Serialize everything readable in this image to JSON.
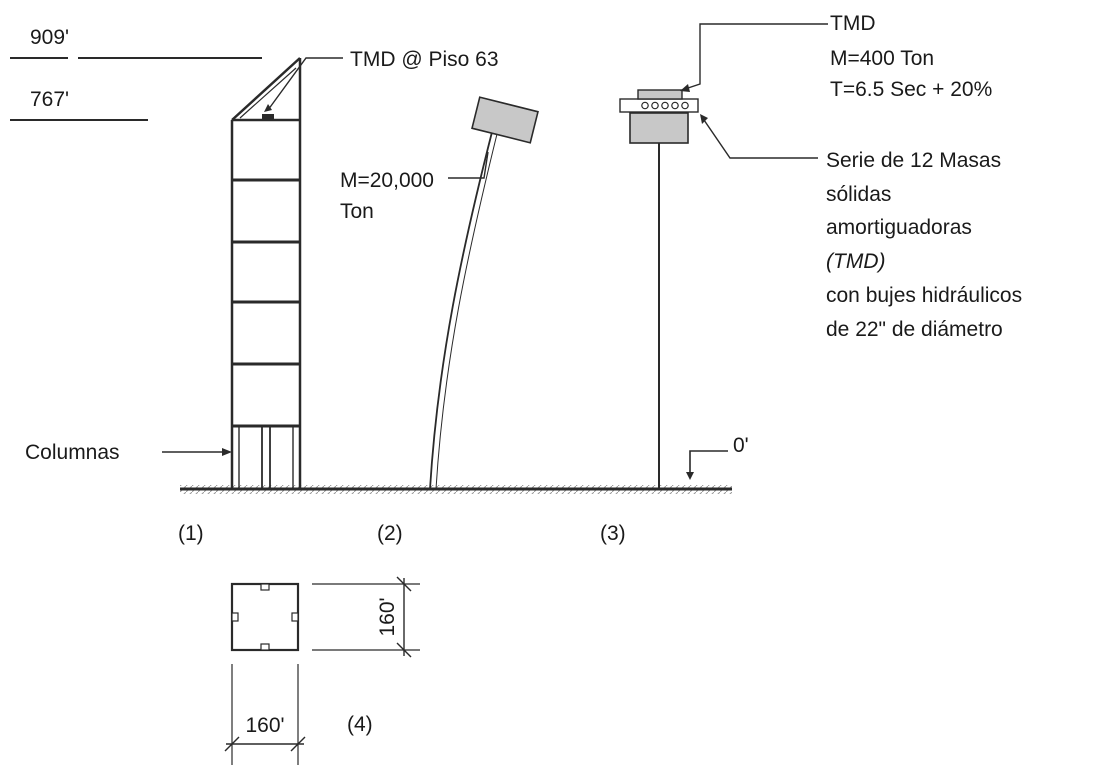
{
  "levels": {
    "top": "909'",
    "roof": "767'",
    "ground": "0'"
  },
  "tower": {
    "tmd_label": "TMD @ Piso 63",
    "columns_label": "Columnas"
  },
  "sway": {
    "mass_line1": "M=20,000",
    "mass_line2": "Ton"
  },
  "damper": {
    "title": "TMD",
    "mass": "M=400 Ton",
    "period": "T=6.5 Sec + 20%",
    "desc": [
      "Serie de 12 Masas",
      "sólidas",
      "amortiguadoras",
      "(TMD)",
      "con bujes hidráulicos",
      "de 22\" de diámetro"
    ]
  },
  "panels": [
    "(1)",
    "(2)",
    "(3)",
    "(4)"
  ],
  "plan": {
    "width": "160'",
    "depth": "160'"
  },
  "colors": {
    "line": "#2a2a2a",
    "mass_fill": "#c8c8c8",
    "ground_fill": "#8a8a8a"
  }
}
